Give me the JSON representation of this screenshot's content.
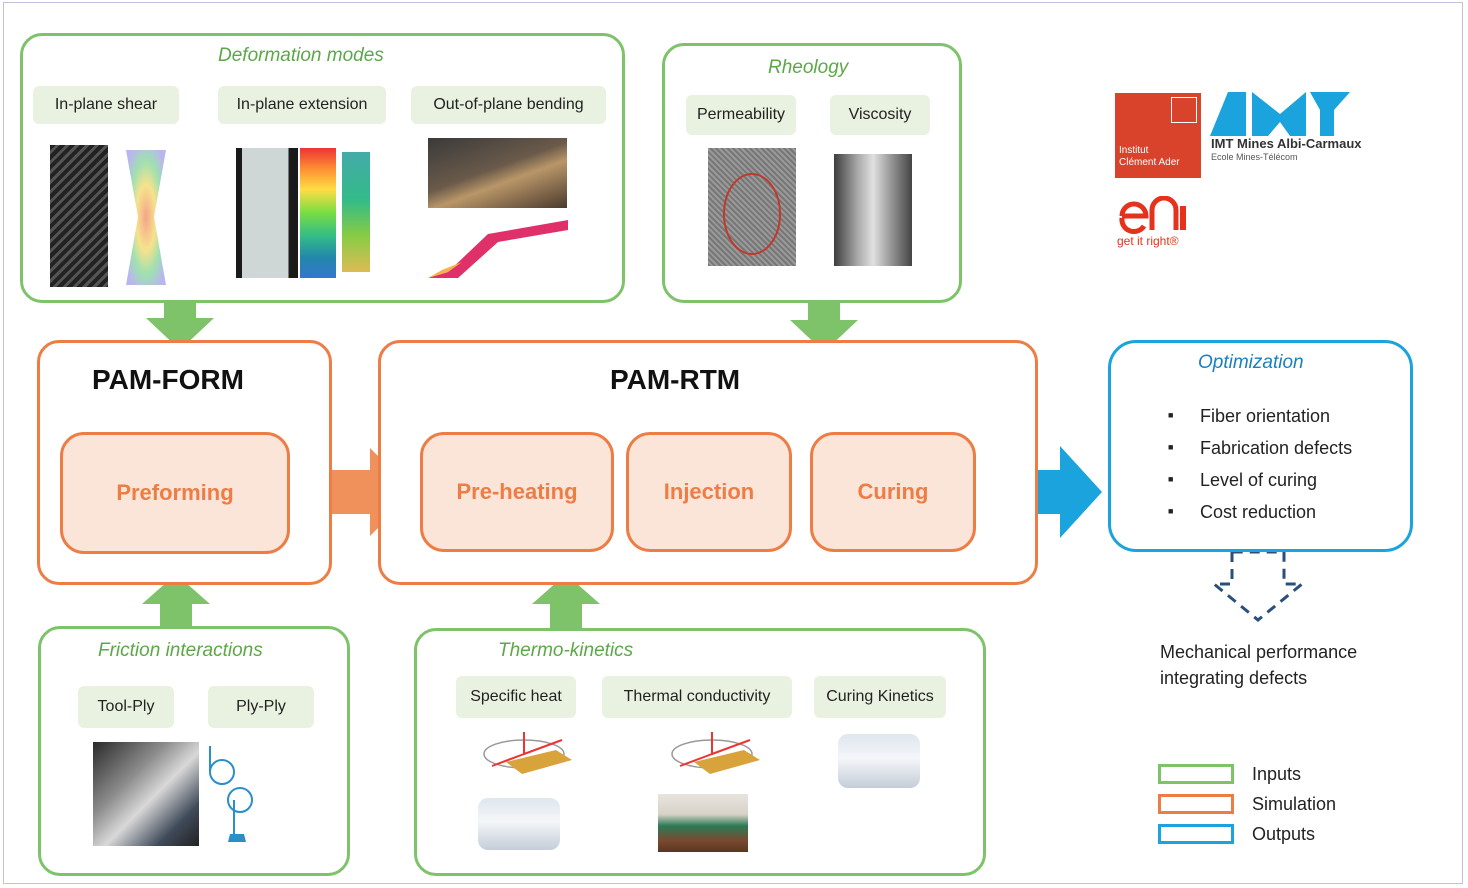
{
  "deformation": {
    "title": "Deformation modes",
    "items": [
      "In-plane  shear",
      "In-plane extension",
      "Out-of-plane bending"
    ]
  },
  "rheology": {
    "title": "Rheology",
    "items": [
      "Permeability",
      "Viscosity"
    ]
  },
  "friction": {
    "title": "Friction interactions",
    "items": [
      "Tool-Ply",
      "Ply-Ply"
    ]
  },
  "thermo": {
    "title": "Thermo-kinetics",
    "items": [
      "Specific heat",
      "Thermal conductivity",
      "Curing Kinetics"
    ]
  },
  "pam_form": {
    "title": "PAM-FORM",
    "step": "Preforming"
  },
  "pam_rtm": {
    "title": "PAM-RTM",
    "steps": [
      "Pre-heating",
      "Injection",
      "Curing"
    ]
  },
  "optimization": {
    "title": "Optimization",
    "items": [
      "Fiber orientation",
      "Fabrication defects",
      "Level of curing",
      "Cost reduction"
    ]
  },
  "mech_perf": {
    "line1": "Mechanical performance",
    "line2": "integrating defects"
  },
  "legend": [
    {
      "label": "Inputs",
      "color": "#7ec36a"
    },
    {
      "label": "Simulation",
      "color": "#ee7d45"
    },
    {
      "label": "Outputs",
      "color": "#1aa3dc"
    }
  ],
  "logos": {
    "ica_line1": "Institut",
    "ica_line2": "Clément Ader",
    "imt_name": "IMT Mines Albi-Carmaux",
    "imt_sub": "Ecole Mines-Télécom",
    "esi_tagline": "get it right®"
  },
  "colors": {
    "input": "#7ec36a",
    "simulation": "#ee7d45",
    "output": "#1aa3dc",
    "title_green": "#5ba847",
    "dashed_arrow": "#2a4f7a"
  }
}
